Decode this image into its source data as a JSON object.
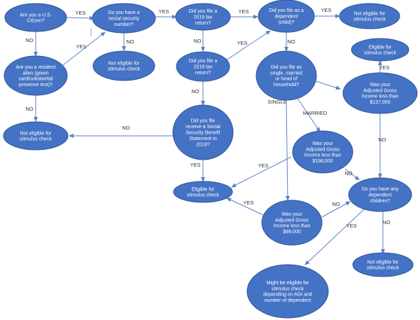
{
  "nodes": {
    "q_us_citizen": [
      "Are you a U.S.",
      "Citizen?"
    ],
    "q_ssn": [
      "Do you have a",
      "social security",
      "number?"
    ],
    "q_file_2019": [
      "Did you file a",
      "2019 tax",
      "return?"
    ],
    "q_dependent": [
      "Did you file as a",
      "dependent",
      "(child)?"
    ],
    "end_not_eligible_dependent": [
      "Not eligible for",
      "stimulus check"
    ],
    "q_resident_alien": [
      "Are you a resident",
      "alien (green",
      "card/substantial",
      "presence test)?"
    ],
    "end_not_eligible_ssn": [
      "Not eligible for",
      "stimulus check"
    ],
    "q_file_2018": [
      "Did you file a",
      "2018 tax",
      "return?"
    ],
    "end_eligible_top_right": [
      "Eligible for",
      "stimulus check"
    ],
    "q_filing_status": [
      "Did you file as",
      "single, married",
      "or head of",
      "household?"
    ],
    "q_agi_137k": [
      "Was your",
      "Adjusted Gross",
      "Income less than",
      "$137,000"
    ],
    "end_not_eligible_alien": [
      "Not eligible for",
      "stimulus check"
    ],
    "q_ssa_statement": [
      "Did you file",
      "receive a Social",
      "Security Benefit",
      "Statement in",
      "2019?"
    ],
    "q_agi_198k": [
      "Was your",
      "Adjusted Gross",
      "Income less than",
      "$198,000"
    ],
    "end_eligible_center": [
      "Eligible for",
      "stimulus check"
    ],
    "q_have_dependents": [
      "Do you have any",
      "dependent",
      "children?"
    ],
    "q_agi_99k": [
      "Was your",
      "Adjusted Gross",
      "Income less than",
      "$99,000"
    ],
    "end_not_eligible_dependents": [
      "Not eligible for",
      "stimulus check"
    ],
    "end_might_be_eligible": [
      "Might be eligible for",
      "stimulus check",
      "depending on AGI and",
      "number of dependent"
    ]
  },
  "edge_labels": {
    "citizen_yes": "YES",
    "citizen_no": "NO",
    "alien_yes": "YES",
    "alien_no": "NO",
    "ssn_yes": "YES",
    "ssn_no": "NO",
    "file2019_yes": "YES",
    "file2019_no": "NO",
    "file2018_yes": "YES",
    "file2018_no": "NO",
    "dependent_yes": "YES",
    "dependent_no": "NO",
    "ssa_yes": "YES",
    "ssa_no": "NO",
    "status_single": "SINGLE",
    "status_married": "MARRIED",
    "agi137_yes": "YES",
    "agi137_no": "NO",
    "agi198_yes": "YES",
    "agi198_no": "NO",
    "agi99_yes": "YES",
    "agi99_no": "NO",
    "dependents_yes": "YES",
    "dependents_no": "NO"
  }
}
